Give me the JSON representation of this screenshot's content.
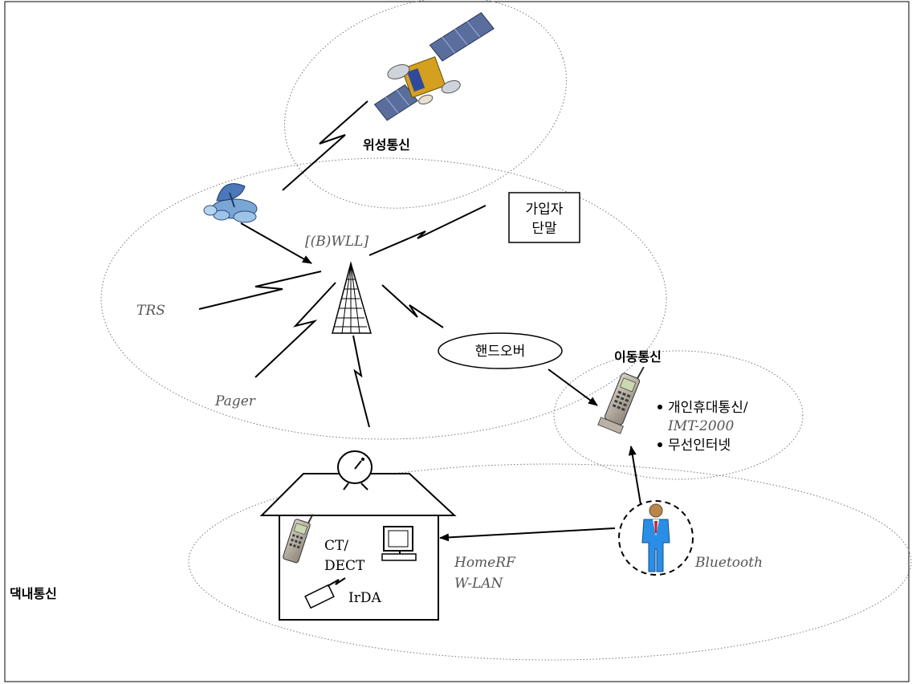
{
  "zones": {
    "satellite": "위성통신",
    "wll": "[(B)WLL]",
    "mobile": "이동통신",
    "home": "댁내통신"
  },
  "nodes": {
    "subscriber_terminal_line1": "가입자",
    "subscriber_terminal_line2": "단말",
    "handover": "핸드오버",
    "trs": "TRS",
    "pager": "Pager",
    "bluetooth": "Bluetooth",
    "homerf": "HomeRF",
    "wlan": "W-LAN",
    "ct": "CT/",
    "dect": "DECT",
    "irda": "IrDA"
  },
  "mobile_services": [
    "개인휴대통신/",
    "IMT-2000",
    "무선인터넷"
  ],
  "icons": [
    "satellite-icon",
    "dish-antenna-icon",
    "radio-tower-icon",
    "mobile-phone-icon",
    "person-icon",
    "house-icon",
    "computer-icon",
    "remote-device-icon"
  ]
}
